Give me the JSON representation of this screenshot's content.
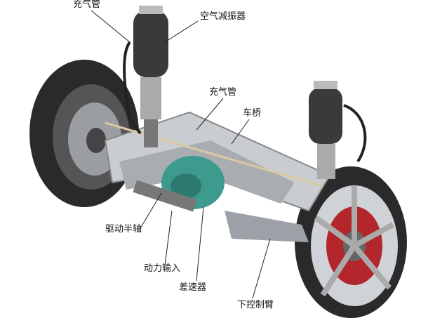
{
  "title": "空气悬架结构示意图",
  "labels": {
    "air_pipe_top": "充气管",
    "air_damper": "空气减振器",
    "air_pipe_mid": "充气管",
    "axle": "车桥",
    "drive_half_shaft": "驱动半轴",
    "power_input": "动力输入",
    "differential": "差速器",
    "lower_control_arm": "下控制臂"
  },
  "colors": {
    "tire": "#2a2a2a",
    "frame": "#c9ccd0",
    "differential": "#3f9a8e",
    "brake": "#b3262b",
    "air_spring": "#3a3a3a"
  }
}
